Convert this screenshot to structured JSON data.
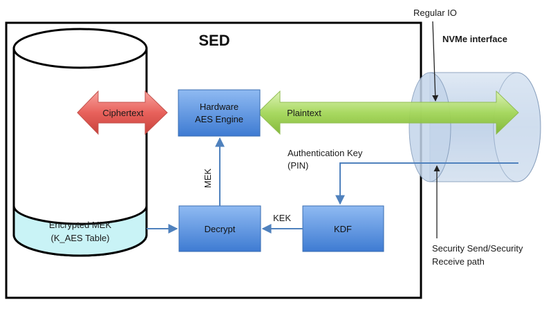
{
  "sed_title": "SED",
  "regular_io": "Regular IO",
  "nvme_interface": "NVMe interface",
  "ciphertext": "Ciphertext",
  "plaintext": "Plaintext",
  "hw_aes_line1": "Hardware",
  "hw_aes_line2": "AES Engine",
  "decrypt": "Decrypt",
  "kdf": "KDF",
  "mek": "MEK",
  "kek": "KEK",
  "auth_key_line1": "Authentication Key",
  "auth_key_line2": "(PIN)",
  "enc_mek_line1": "Encrypted MEK",
  "enc_mek_line2": "(K_AES Table)",
  "sec_path_line1": "Security Send/Security",
  "sec_path_line2": "Receive path",
  "colors": {
    "box_fill_top": "#7fb0f0",
    "box_fill_bottom": "#3f7fd6",
    "ciphertext_red": "#e8625c",
    "plaintext_green": "#9bd14a",
    "connector_blue": "#4f81bd",
    "db_base_cyan": "#c9f3f6",
    "pipe_blue": "#b9cde6"
  }
}
